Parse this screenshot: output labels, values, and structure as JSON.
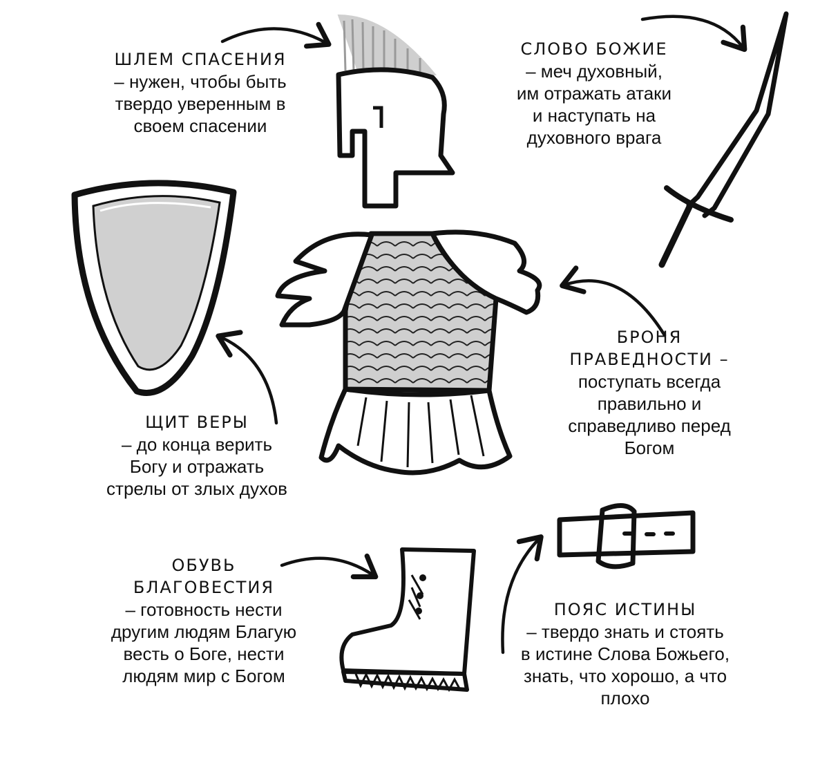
{
  "items": {
    "helmet": {
      "title": "ШЛЕМ СПАСЕНИЯ",
      "description": "– нужен, чтобы быть\nтвердо уверенным в\nсвоем спасении"
    },
    "sword": {
      "title": "СЛОВО БОЖИЕ",
      "description": "– меч духовный,\nим отражать атаки\nи наступать на\nдуховного врага"
    },
    "shield": {
      "title": "ЩИТ ВЕРЫ",
      "description": "– до конца верить\nБогу и отражать\nстрелы от злых духов"
    },
    "breastplate": {
      "title": "БРОНЯ\nПРАВЕДНОСТИ –",
      "description": "поступать всегда\nправильно и\nсправедливо перед\nБогом"
    },
    "shoes": {
      "title": "ОБУВЬ\nБЛАГОВЕСТИЯ",
      "description": "–  готовность нести\nдругим людям Благую\nвесть о Боге, нести\nлюдям мир с Богом"
    },
    "belt": {
      "title": "ПОЯС ИСТИНЫ",
      "description": "– твердо знать и стоять\nв истине Слова Божьего,\nзнать, что хорошо, а что\nплохо"
    }
  },
  "colors": {
    "ink": "#111111",
    "metal_fill": "#cfcfcf",
    "background": "#ffffff"
  }
}
